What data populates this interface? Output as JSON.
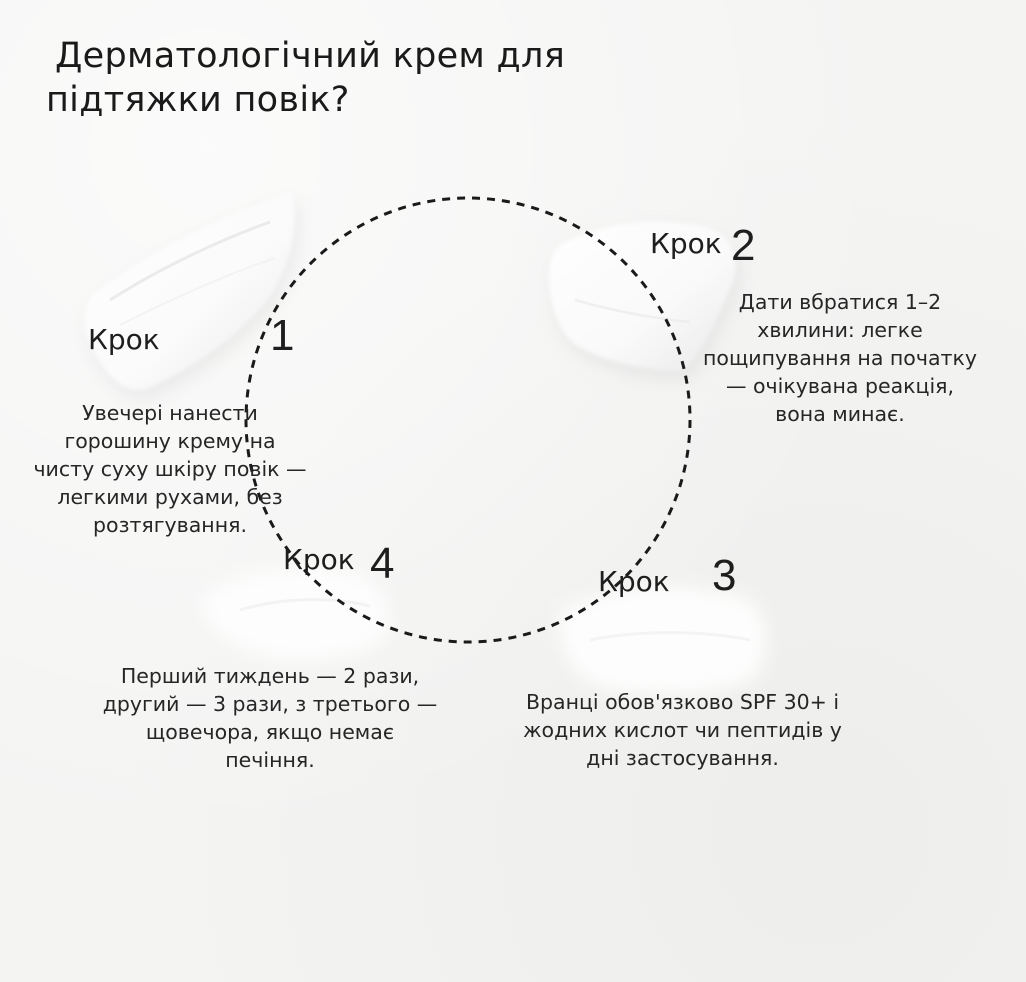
{
  "title": {
    "line1": "Дерматологічний крем для",
    "line2": "підтяжки повік?"
  },
  "steps": [
    {
      "word": "Крок",
      "number": "1",
      "lines": [
        "Увечері нанести",
        "горошину крему на",
        "чисту суху шкіру повік —",
        "легкими рухами, без",
        "розтягування."
      ]
    },
    {
      "word": "Крок",
      "number": "2",
      "lines": [
        "Дати вбратися 1–2",
        "хвилини: легке",
        "пощипування на початку",
        "— очікувана реакція,",
        "вона минає."
      ]
    },
    {
      "word": "Крок",
      "number": "3",
      "lines": [
        "Вранці обов'язково SPF 30+ і",
        "жодних кислот чи пептидів у",
        "дні застосування."
      ]
    },
    {
      "word": "Крок",
      "number": "4",
      "lines": [
        "Перший тиждень — 2 рази,",
        "другий — 3 рази, з третього —",
        "щовечора, якщо немає",
        "печіння."
      ]
    }
  ],
  "colors": {
    "background": "#f4f4f3",
    "text": "#1c1c1c",
    "cream": "#ffffff",
    "circle": "#1a1a1a"
  }
}
